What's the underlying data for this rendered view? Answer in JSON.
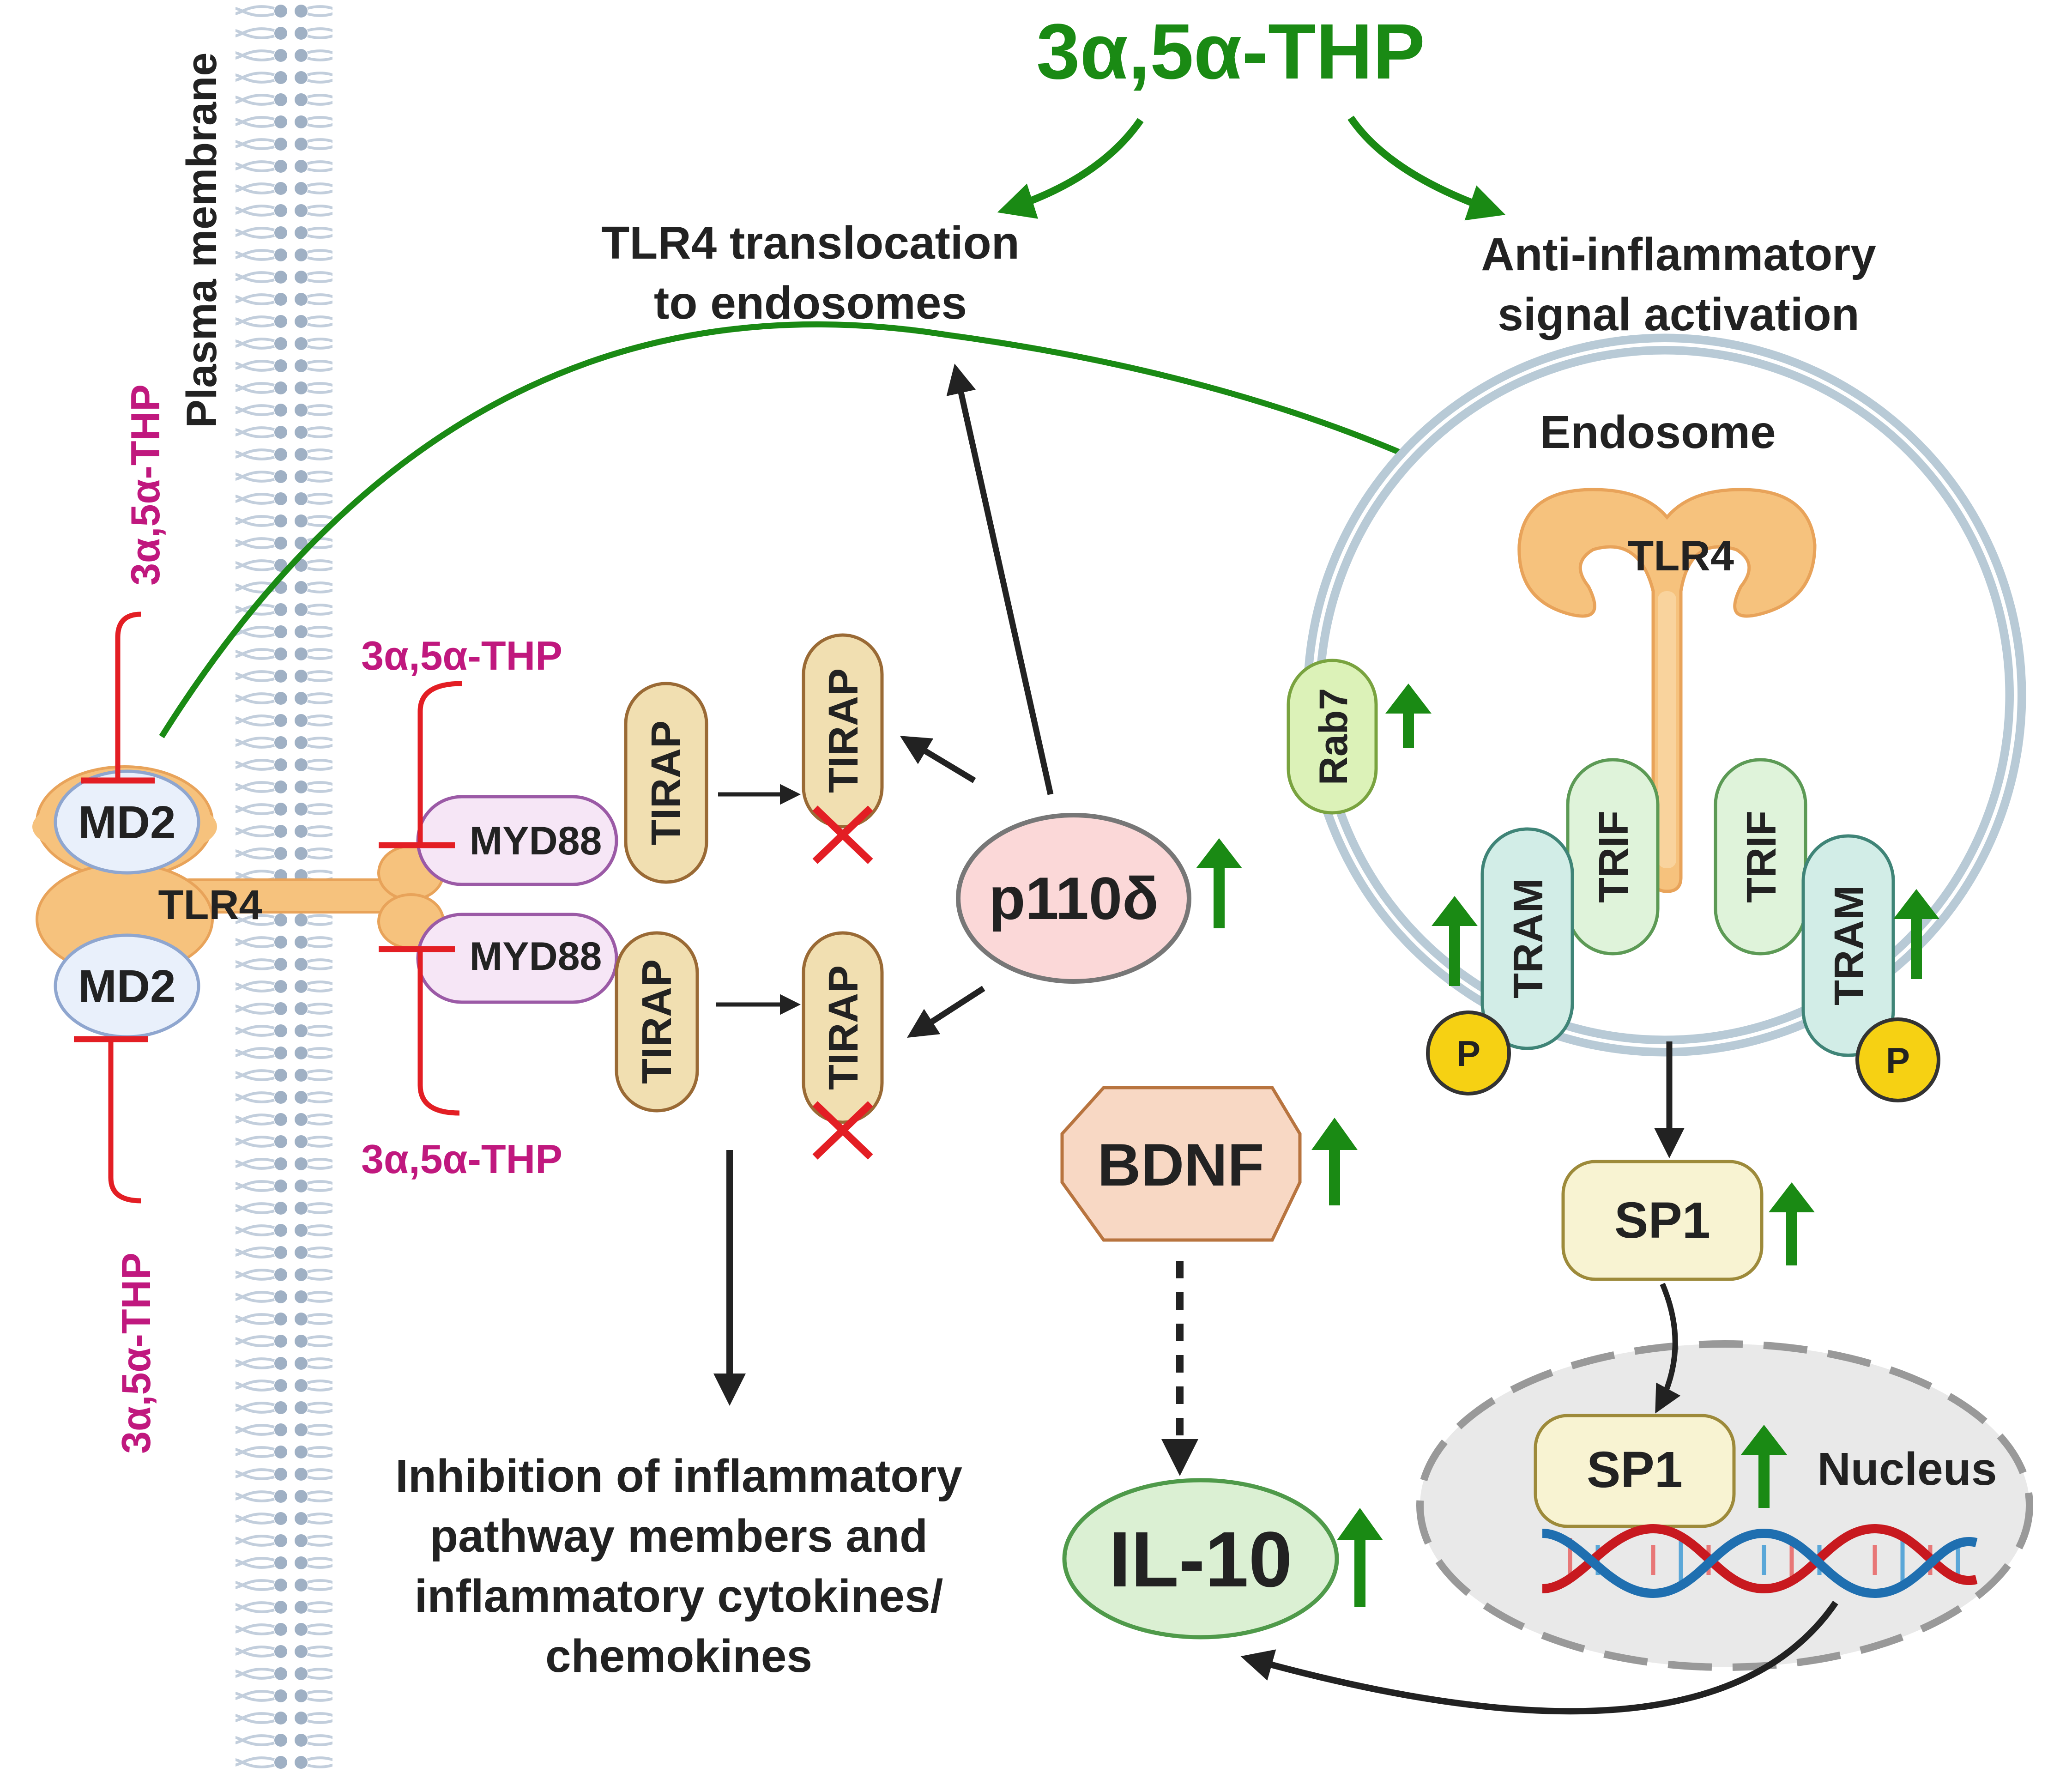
{
  "labels": {
    "thp_main": "3α,5α-THP",
    "translocation_line1": "TLR4 translocation",
    "translocation_line2": "to endosomes",
    "anti_line1": "Anti-inflammatory",
    "anti_line2": "signal activation",
    "plasma_membrane": "Plasma membrane",
    "thp_magenta": "3α,5α-THP",
    "md2": "MD2",
    "tlr4": "TLR4",
    "myd88": "MYD88",
    "tirap": "TIRAP",
    "p110d": "p110δ",
    "endosome": "Endosome",
    "rab7": "Rab7",
    "trif": "TRIF",
    "tram": "TRAM",
    "phospho": "P",
    "sp1": "SP1",
    "nucleus": "Nucleus",
    "bdnf": "BDNF",
    "il10": "IL-10",
    "inhibition_line1": "Inhibition of inflammatory",
    "inhibition_line2": "pathway members and",
    "inhibition_line3": "inflammatory cytokines/",
    "inhibition_line4": "chemokines"
  },
  "colors": {
    "green": "#1a8a14",
    "magenta": "#c0187e",
    "red": "#e31e24",
    "dark": "#222222",
    "tlr4": "#f6c27d",
    "tlr4_stroke": "#e8a35a",
    "md2_fill": "#e9f0fb",
    "md2_stroke": "#8fa6cf",
    "myd88_fill": "#f6e6f6",
    "myd88_stroke": "#9b5aa6",
    "tirap_fill": "#f1dfb1",
    "tirap_stroke": "#9a6a35",
    "p110_fill": "#fbd8d8",
    "p110_stroke": "#777777",
    "endosome_stroke": "#b8cad6",
    "rab7_fill": "#dcf2b8",
    "rab7_stroke": "#79a33f",
    "trif_fill": "#dff3da",
    "trif_stroke": "#5c9a55",
    "tram_fill": "#d2ede7",
    "tram_stroke": "#3f8477",
    "phospho_fill": "#f6d113",
    "sp1_fill": "#f8f3d2",
    "sp1_stroke": "#9d8a3a",
    "bdnf_fill": "#f8d8c4",
    "bdnf_stroke": "#b8743f",
    "il10_fill": "#dbf0d3",
    "il10_stroke": "#4f9a4a",
    "nucleus_fill": "#e9e9e9",
    "nucleus_stroke": "#999999"
  }
}
